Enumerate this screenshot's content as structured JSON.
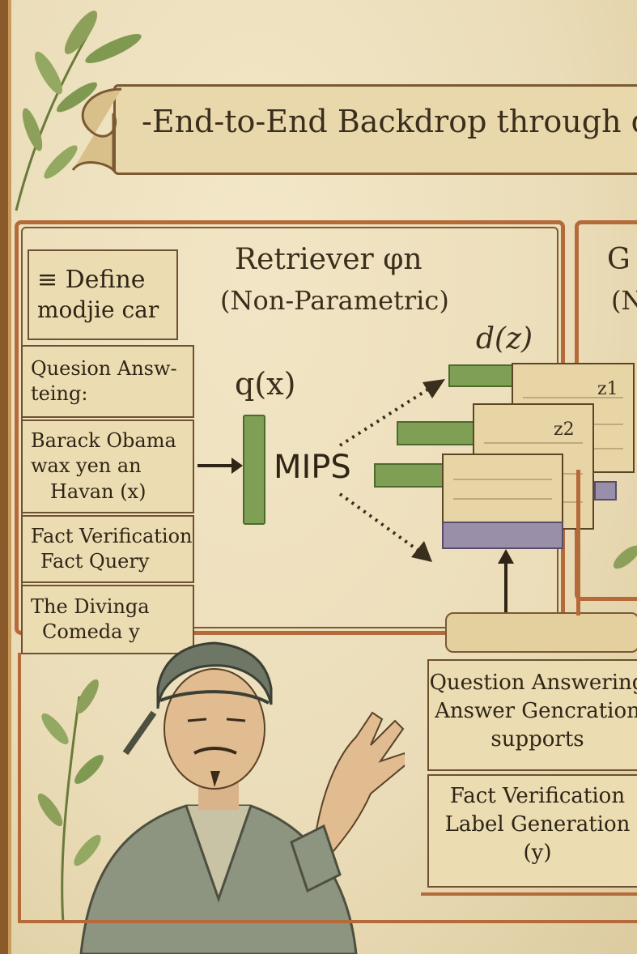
{
  "title": "-End-to-End Backdrop through q",
  "retriever": {
    "title": "Retriever φn",
    "subtitle": "(Non-Parametric)"
  },
  "generator": {
    "title": "G",
    "subtitle": "(N"
  },
  "labels": {
    "query": "q(x)",
    "docs": "d(z)",
    "mips": "MIPS",
    "z1": "z1",
    "z2": "z2"
  },
  "input_cards": [
    {
      "lines": [
        "≡ Define",
        "modjie car"
      ]
    },
    {
      "lines": [
        "Quesion Answ-",
        "teing:"
      ]
    },
    {
      "lines": [
        "Barack Obama",
        "wax yen an",
        "Havan (x)"
      ]
    },
    {
      "lines": [
        "Fact Verification",
        "Fact Query"
      ]
    },
    {
      "lines": [
        "The Divinga",
        "Comeda y"
      ]
    }
  ],
  "output_cards": [
    {
      "lines": [
        "Question Answering",
        "Answer Gencration",
        "supports"
      ]
    },
    {
      "lines": [
        "Fact Verification",
        "Label Generation",
        "(y)"
      ]
    }
  ],
  "colors": {
    "parchment": "#efe3c2",
    "frame": "#b56a3a",
    "bar_green": "#7f9f55",
    "doc_purple": "#9a8fa8"
  }
}
